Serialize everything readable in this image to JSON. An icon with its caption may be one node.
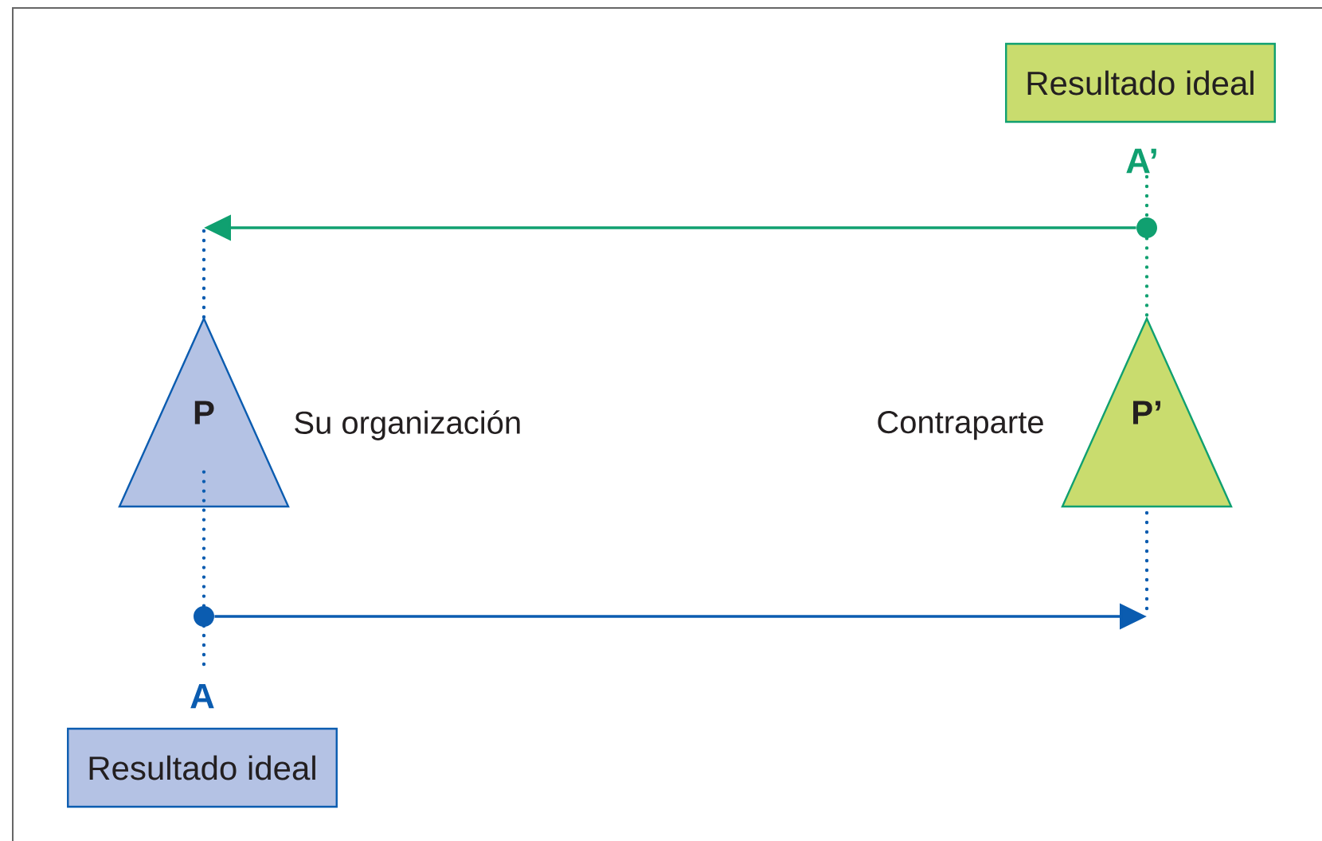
{
  "diagram": {
    "nodes": [
      {
        "text": [
          "Resultado ideal"
        ]
      },
      {
        "text": [],
        "shape": "circle"
      },
      {
        "text": [
          "P"
        ],
        "beside": [
          "Su organización"
        ]
      },
      {
        "text": [
          "P’"
        ],
        "beside": [
          "Contraparte"
        ]
      },
      {
        "text": [],
        "shape": "circle"
      },
      {
        "text": [
          "Resultado ideal"
        ]
      }
    ],
    "edges": [
      {
        "from": 4,
        "to": null,
        "arrow": "to",
        "color": "#0b5cb0"
      },
      {
        "from": 1,
        "to": null,
        "arrow": "to",
        "color": "#10a070"
      },
      {
        "from": 4,
        "to": 2,
        "arrow": "none",
        "style": "dashed",
        "color": "#0b5cb0"
      },
      {
        "from": 1,
        "to": 3,
        "arrow": "none",
        "style": "dashed",
        "color": "#10a070"
      }
    ],
    "labels": [
      "A’",
      "A"
    ]
  }
}
